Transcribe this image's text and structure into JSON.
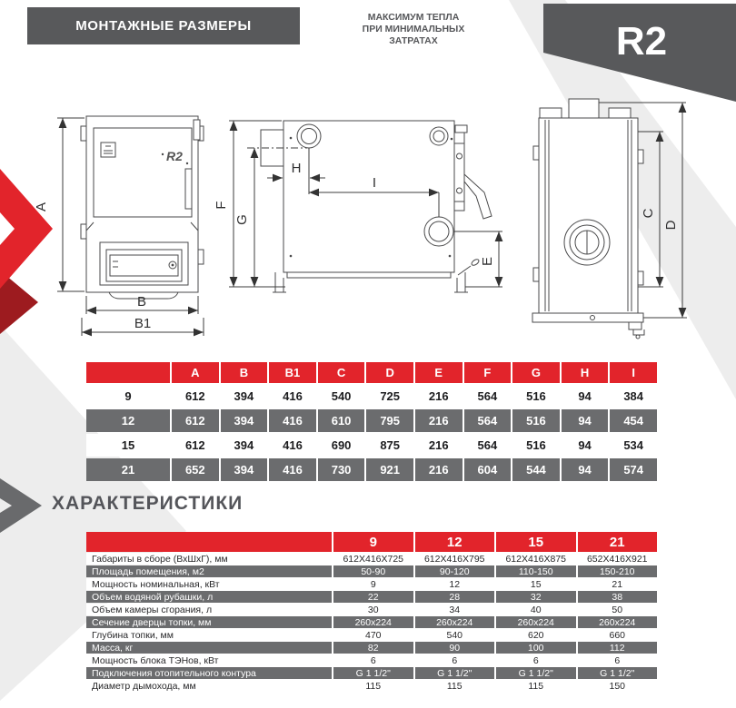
{
  "header": {
    "title": "МОНТАЖНЫЕ РАЗМЕРЫ",
    "slogan_lines": [
      "МАКСИМУМ ТЕПЛА",
      "ПРИ МИНИМАЛЬНЫХ",
      "ЗАТРАТАХ"
    ],
    "model": "R2"
  },
  "drawings": {
    "door_logo": "R2",
    "dims": {
      "A": "A",
      "B": "B",
      "B1": "B1",
      "C": "C",
      "D": "D",
      "E": "E",
      "F": "F",
      "G": "G",
      "H": "H",
      "I": "I"
    }
  },
  "dim_table": {
    "columns": [
      "A",
      "B",
      "B1",
      "C",
      "D",
      "E",
      "F",
      "G",
      "H",
      "I"
    ],
    "rows": [
      {
        "model": "9",
        "values": [
          "612",
          "394",
          "416",
          "540",
          "725",
          "216",
          "564",
          "516",
          "94",
          "384"
        ]
      },
      {
        "model": "12",
        "values": [
          "612",
          "394",
          "416",
          "610",
          "795",
          "216",
          "564",
          "516",
          "94",
          "454"
        ]
      },
      {
        "model": "15",
        "values": [
          "612",
          "394",
          "416",
          "690",
          "875",
          "216",
          "564",
          "516",
          "94",
          "534"
        ]
      },
      {
        "model": "21",
        "values": [
          "652",
          "394",
          "416",
          "730",
          "921",
          "216",
          "604",
          "544",
          "94",
          "574"
        ]
      }
    ]
  },
  "specs": {
    "title": "ХАРАКТЕРИСТИКИ",
    "columns": [
      "9",
      "12",
      "15",
      "21"
    ],
    "rows": [
      {
        "label": "Габариты в сборе (ВхШхГ), мм",
        "values": [
          "612Х416Х725",
          "612Х416Х795",
          "612Х416Х875",
          "652Х416Х921"
        ]
      },
      {
        "label": "Площадь помещения, м2",
        "values": [
          "50-90",
          "90-120",
          "110-150",
          "150-210"
        ]
      },
      {
        "label": "Мощность номинальная, кВт",
        "values": [
          "9",
          "12",
          "15",
          "21"
        ]
      },
      {
        "label": "Объем водяной рубашки, л",
        "values": [
          "22",
          "28",
          "32",
          "38"
        ]
      },
      {
        "label": "Объем камеры сгорания, л",
        "values": [
          "30",
          "34",
          "40",
          "50"
        ]
      },
      {
        "label": "Сечение дверцы топки, мм",
        "values": [
          "260x224",
          "260x224",
          "260x224",
          "260x224"
        ]
      },
      {
        "label": "Глубина топки, мм",
        "values": [
          "470",
          "540",
          "620",
          "660"
        ]
      },
      {
        "label": "Масса, кг",
        "values": [
          "82",
          "90",
          "100",
          "112"
        ]
      },
      {
        "label": "Мощность блока ТЭНов, кВт",
        "values": [
          "6",
          "6",
          "6",
          "6"
        ]
      },
      {
        "label": "Подключения отопительного контура",
        "values": [
          "G 1 1/2\"",
          "G 1 1/2\"",
          "G 1 1/2\"",
          "G 1 1/2\""
        ]
      },
      {
        "label": "Диаметр дымохода, мм",
        "values": [
          "115",
          "115",
          "115",
          "150"
        ]
      }
    ]
  },
  "colors": {
    "accent_red": "#e2242b",
    "dark_red_shadow": "#9d1b1f",
    "dark_gray": "#58595b",
    "row_gray": "#6b6c6e",
    "watermark_gray": "#ededed"
  }
}
